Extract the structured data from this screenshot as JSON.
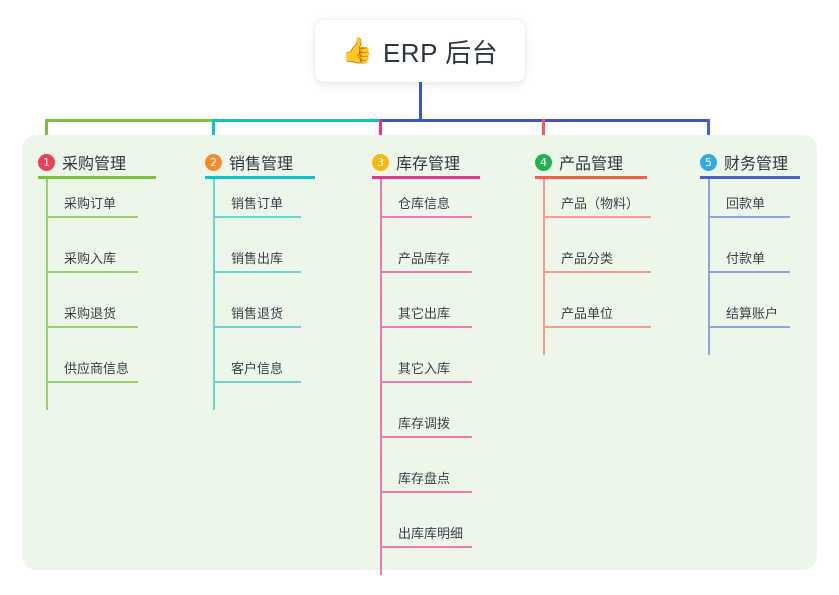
{
  "root": {
    "icon": "thumbs-up-emoji",
    "emoji": "👍",
    "title": "ERP 后台"
  },
  "theme": {
    "panel_bg": "#edf7e9",
    "card_bg": "#ffffff",
    "text": "#303540",
    "root_stem": "#3f55bf"
  },
  "columns": [
    {
      "number": "1",
      "title": "采购管理",
      "badge_color": "#ef3e55",
      "rule_color": "#7dc143",
      "line_color": "#9bcf6e",
      "items": [
        "采购订单",
        "采购入库",
        "采购退货",
        "供应商信息"
      ]
    },
    {
      "number": "2",
      "title": "销售管理",
      "badge_color": "#f68c29",
      "rule_color": "#11c4c4",
      "line_color": "#6fd4cf",
      "items": [
        "销售订单",
        "销售出库",
        "销售退货",
        "客户信息"
      ]
    },
    {
      "number": "3",
      "title": "库存管理",
      "badge_color": "#f5b914",
      "rule_color": "#e8368f",
      "line_color": "#ef7ab2",
      "items": [
        "仓库信息",
        "产品库存",
        "其它出库",
        "其它入库",
        "库存调拨",
        "库存盘点",
        "出库库明细"
      ]
    },
    {
      "number": "4",
      "title": "产品管理",
      "badge_color": "#21b34e",
      "rule_color": "#f75a4f",
      "line_color": "#f79b93",
      "items": [
        "产品（物料）",
        "产品分类",
        "产品单位"
      ]
    },
    {
      "number": "5",
      "title": "财务管理",
      "badge_color": "#35a9e8",
      "rule_color": "#4a5fd0",
      "line_color": "#8fa3df",
      "items": [
        "回款单",
        "付款单",
        "结算账户"
      ]
    }
  ]
}
